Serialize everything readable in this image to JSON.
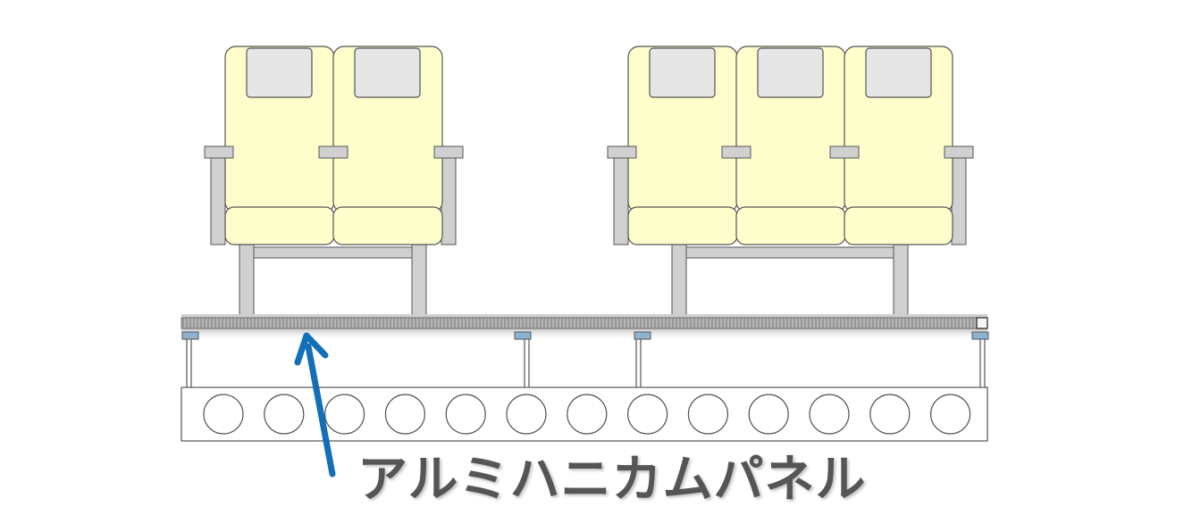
{
  "label": {
    "text": "アルミハニカムパネル"
  },
  "colors": {
    "seat_fill": "#fefecc",
    "headrest_fill": "#e6e6e6",
    "frame_fill": "#d0d0d0",
    "outline": "#555555",
    "panel_fill": "#a8a8a8",
    "bracket_blue": "#8fb2cf",
    "arrow": "#1370b8",
    "label_text": "#555555"
  },
  "icons": {
    "arrow": "arrow-up-icon"
  },
  "seat_groups": [
    {
      "name": "two-seat-row",
      "seats": 2
    },
    {
      "name": "three-seat-row",
      "seats": 3
    }
  ],
  "vent_holes": 13
}
